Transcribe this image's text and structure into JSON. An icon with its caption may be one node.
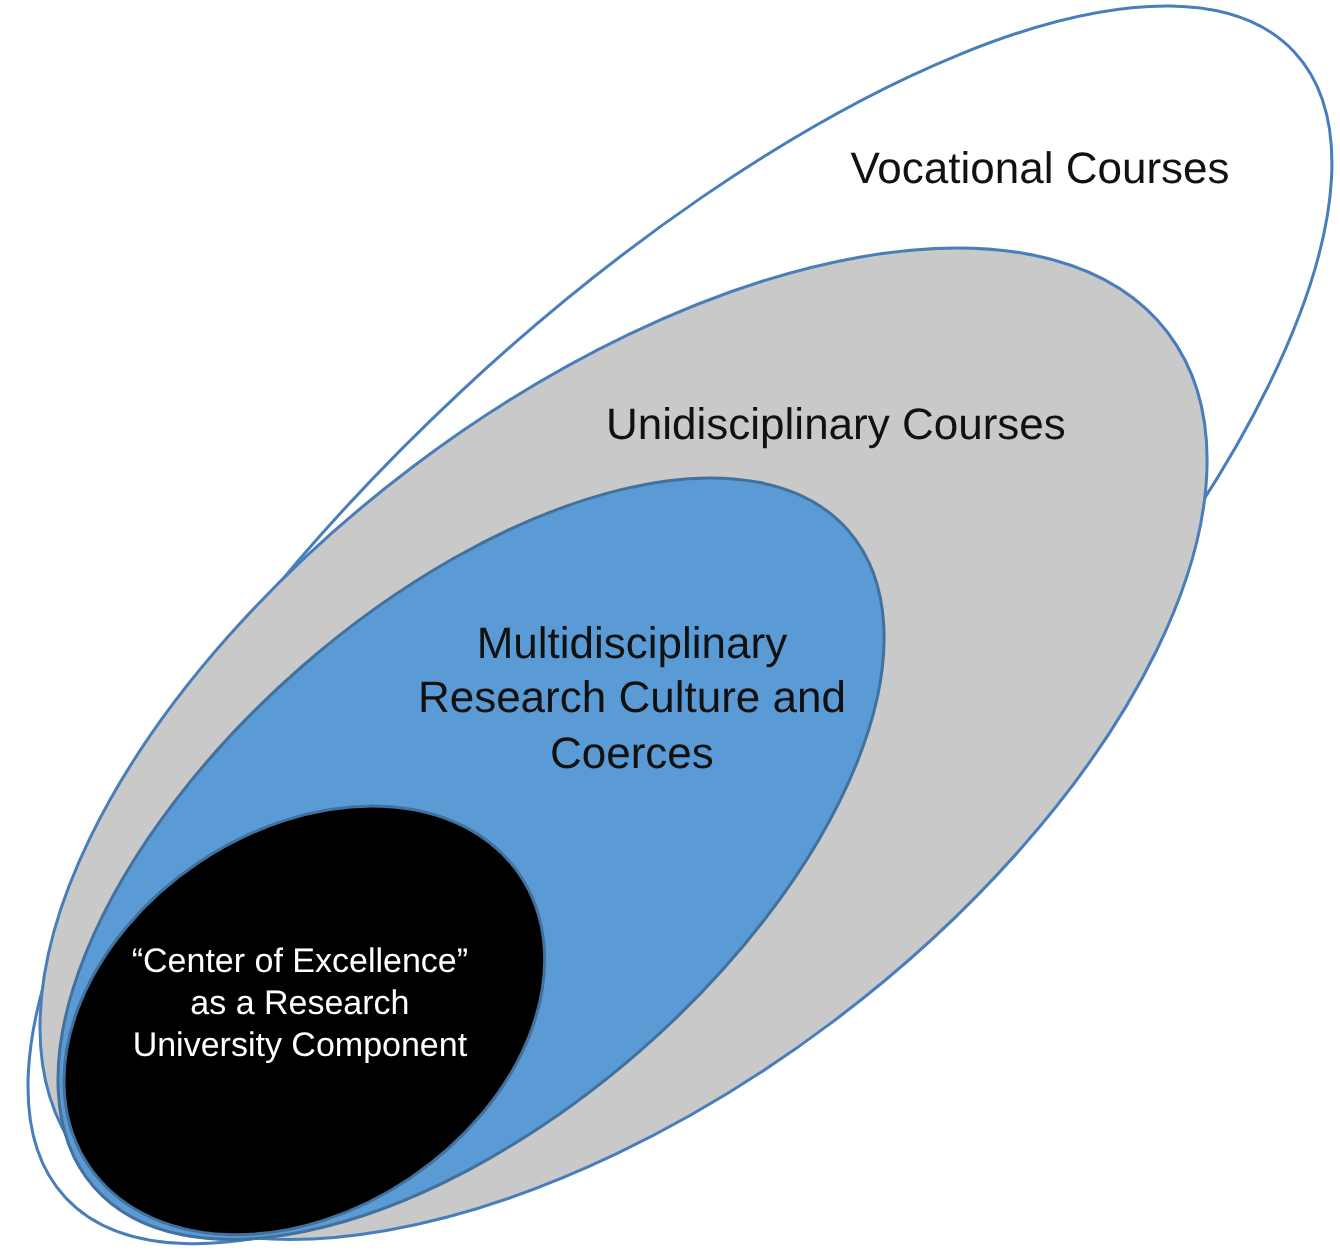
{
  "diagram": {
    "nodes": [
      {
        "text": [
          "Vocational Courses"
        ]
      },
      {
        "text": [
          "Unidisciplinary Courses"
        ],
        "in": 0
      },
      {
        "text": [
          "Multidisciplinary Research Culture and Coerces"
        ],
        "in": 1
      },
      {
        "text": [
          "“Center of Excellence” as a Research University Component"
        ],
        "in": 2
      }
    ],
    "edges": []
  }
}
